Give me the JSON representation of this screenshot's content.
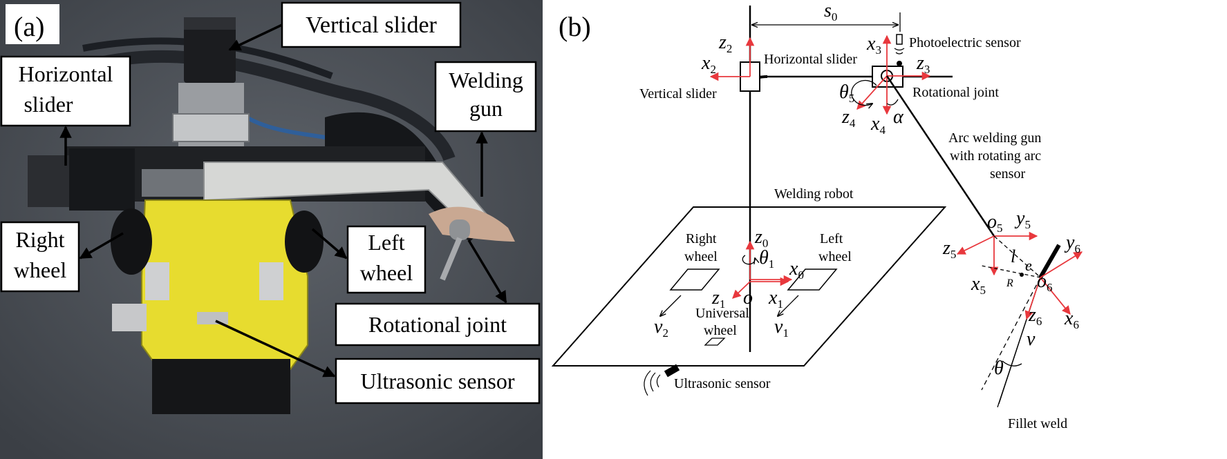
{
  "colors": {
    "axis_red": "#e8383d",
    "photo_bg": "#4b4f55",
    "robot_yellow": "#e7dc2f"
  },
  "panel_a": {
    "tag": "(a)",
    "labels": {
      "vertical_slider": "Vertical slider",
      "horizontal_slider_1": "Horizontal",
      "horizontal_slider_2": "slider",
      "welding_gun_1": "Welding",
      "welding_gun_2": "gun",
      "right_wheel_1": "Right",
      "right_wheel_2": "wheel",
      "left_wheel_1": "Left",
      "left_wheel_2": "wheel",
      "rotational_joint": "Rotational joint",
      "ultrasonic_sensor": "Ultrasonic sensor"
    }
  },
  "panel_b": {
    "tag": "(b)",
    "labels": {
      "photoelectric_sensor": "Photoelectric sensor",
      "horizontal_slider": "Horizontal slider",
      "vertical_slider": "Vertical slider",
      "rotational_joint": "Rotational joint",
      "arc_gun_1": "Arc welding gun",
      "arc_gun_2": "with rotating arc",
      "arc_gun_3": "sensor",
      "welding_robot": "Welding robot",
      "right_wheel_1": "Right",
      "right_wheel_2": "wheel",
      "left_wheel_1": "Left",
      "left_wheel_2": "wheel",
      "universal_wheel_1": "Universal",
      "universal_wheel_2": "wheel",
      "ultrasonic_sensor": "Ultrasonic sensor",
      "fillet_weld": "Fillet weld"
    },
    "symbols": {
      "s": "s",
      "s_sub": "0",
      "z2": "z",
      "z2_sub": "2",
      "x2": "x",
      "x2_sub": "2",
      "x3": "x",
      "x3_sub": "3",
      "z3": "z",
      "z3_sub": "3",
      "theta5": "θ",
      "theta5_sub": "5",
      "z4": "z",
      "z4_sub": "4",
      "x4": "x",
      "x4_sub": "4",
      "alpha": "α",
      "o5": "o",
      "o5_sub": "5",
      "y5": "y",
      "y5_sub": "5",
      "z5": "z",
      "z5_sub": "5",
      "x5": "x",
      "x5_sub": "5",
      "l": "l",
      "e": "e",
      "R": "R",
      "y6": "y",
      "y6_sub": "6",
      "o6": "o",
      "o6_sub": "6",
      "x6": "x",
      "x6_sub": "6",
      "z6": "z",
      "z6_sub": "6",
      "v": "v",
      "theta": "θ",
      "z0": "z",
      "z0_sub": "0",
      "theta1": "θ",
      "theta1_sub": "1",
      "x0": "x",
      "x0_sub": "0",
      "z1": "z",
      "z1_sub": "1",
      "o": "o",
      "x1": "x",
      "x1_sub": "1",
      "v2": "v",
      "v2_sub": "2",
      "v1": "v",
      "v1_sub": "1"
    }
  }
}
